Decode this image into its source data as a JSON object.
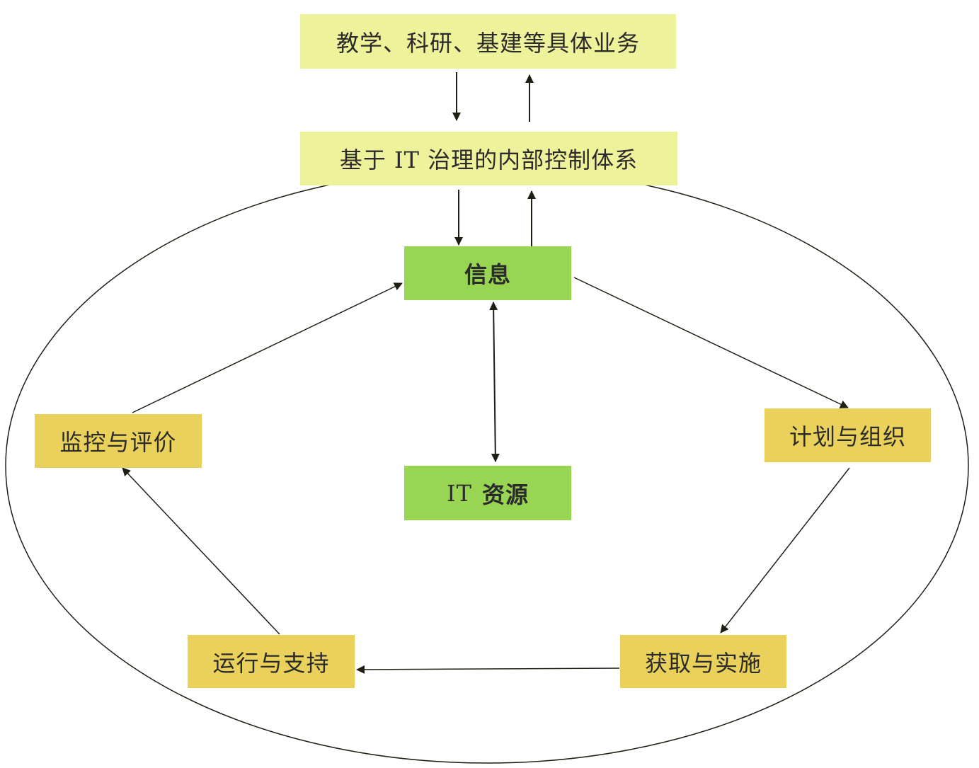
{
  "nodes": {
    "business": "教学、科研、基建等具体业务",
    "it_governance": "基于 IT 治理的内部控制体系",
    "info": "信息",
    "it_resources_prefix": "IT",
    "it_resources_suffix": "资源",
    "monitor": "监控与评价",
    "plan": "计划与组织",
    "operate": "运行与支持",
    "acquire": "获取与实施"
  },
  "colors": {
    "pale_box": "#eef29a",
    "gold_box": "#e9d15b",
    "green_box": "#97d553",
    "line": "#1f1f14"
  }
}
